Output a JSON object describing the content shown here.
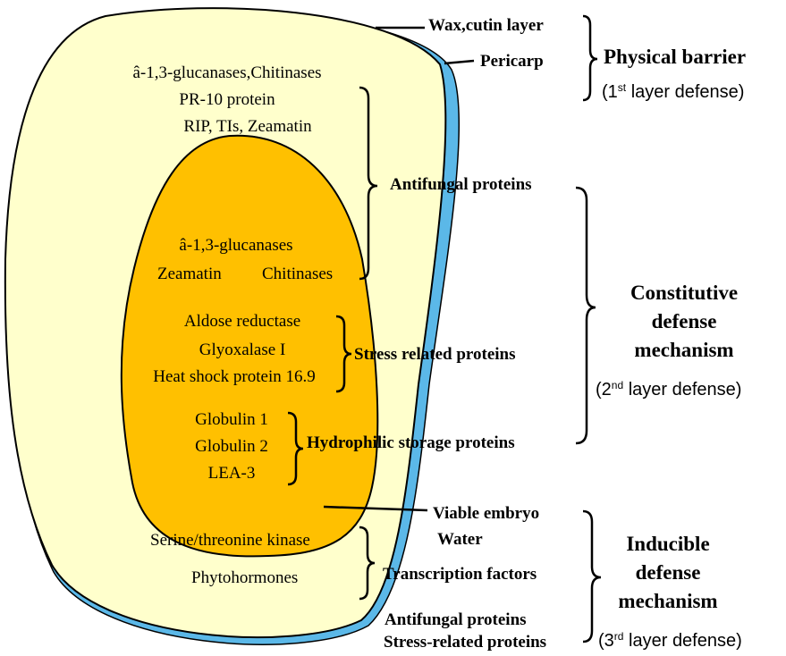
{
  "seed_layers": {
    "outer_items": [
      "â-1,3-glucanases,Chitinases",
      "PR-10 protein",
      "RIP, TIs, Zeamatin"
    ],
    "embryo_items_top": [
      "â-1,3-glucanases",
      "Zeamatin",
      "Chitinases"
    ],
    "stress_items": [
      "Aldose reductase",
      "Glyoxalase I",
      "Heat shock protein 16.9"
    ],
    "storage_items": [
      "Globulin 1",
      "Globulin 2",
      "LEA-3"
    ],
    "bottom_items": [
      "Serine/threonine kinase",
      "Phytohormones"
    ]
  },
  "labels": {
    "wax": "Wax,cutin layer",
    "pericarp": "Pericarp",
    "antifungal": "Antifungal proteins",
    "stress": "Stress related proteins",
    "storage": "Hydrophilic storage proteins",
    "viable_embryo": "Viable embryo",
    "water": "Water",
    "transcription": "Transcription factors",
    "antifungal_bottom": "Antifungal proteins",
    "stress_bottom": "Stress-related proteins"
  },
  "groups": {
    "physical": {
      "title": "Physical barrier",
      "layer_num": "1",
      "layer_sup": "st",
      "layer_text": "layer defense)"
    },
    "constitutive": {
      "title_lines": [
        "Constitutive",
        "defense",
        "mechanism"
      ],
      "layer_num": "2",
      "layer_sup": "nd",
      "layer_text": "layer defense)"
    },
    "inducible": {
      "title_lines": [
        "Inducible",
        "defense",
        "mechanism"
      ],
      "layer_num": "3",
      "layer_sup": "rd",
      "layer_text": "layer defense)"
    }
  },
  "colors": {
    "outer_fill": "#ffffcc",
    "embryo_fill": "#ffc000",
    "rim": "#5bb8e8",
    "ink": "#000000"
  }
}
